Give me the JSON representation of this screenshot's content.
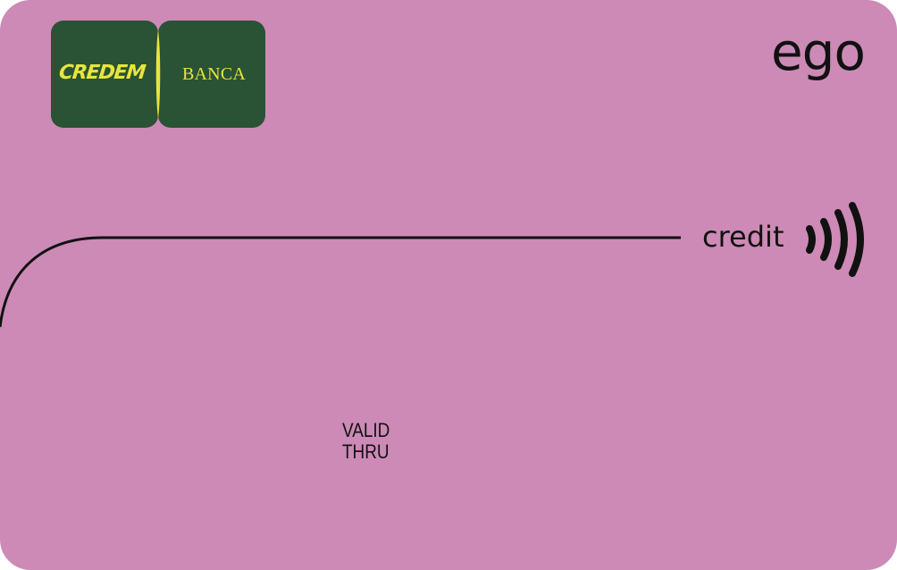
{
  "card": {
    "background_color": "#CD8AB6",
    "issuer": {
      "left_text": "CREDEM",
      "right_text": "BANCA",
      "logo_color": "#2A5234",
      "text_color": "#E8E63C"
    },
    "brand": "ego",
    "type_label": "credit",
    "contactless_icon": "contactless-icon",
    "valid_line1": "VALID",
    "valid_line2": "THRU"
  }
}
